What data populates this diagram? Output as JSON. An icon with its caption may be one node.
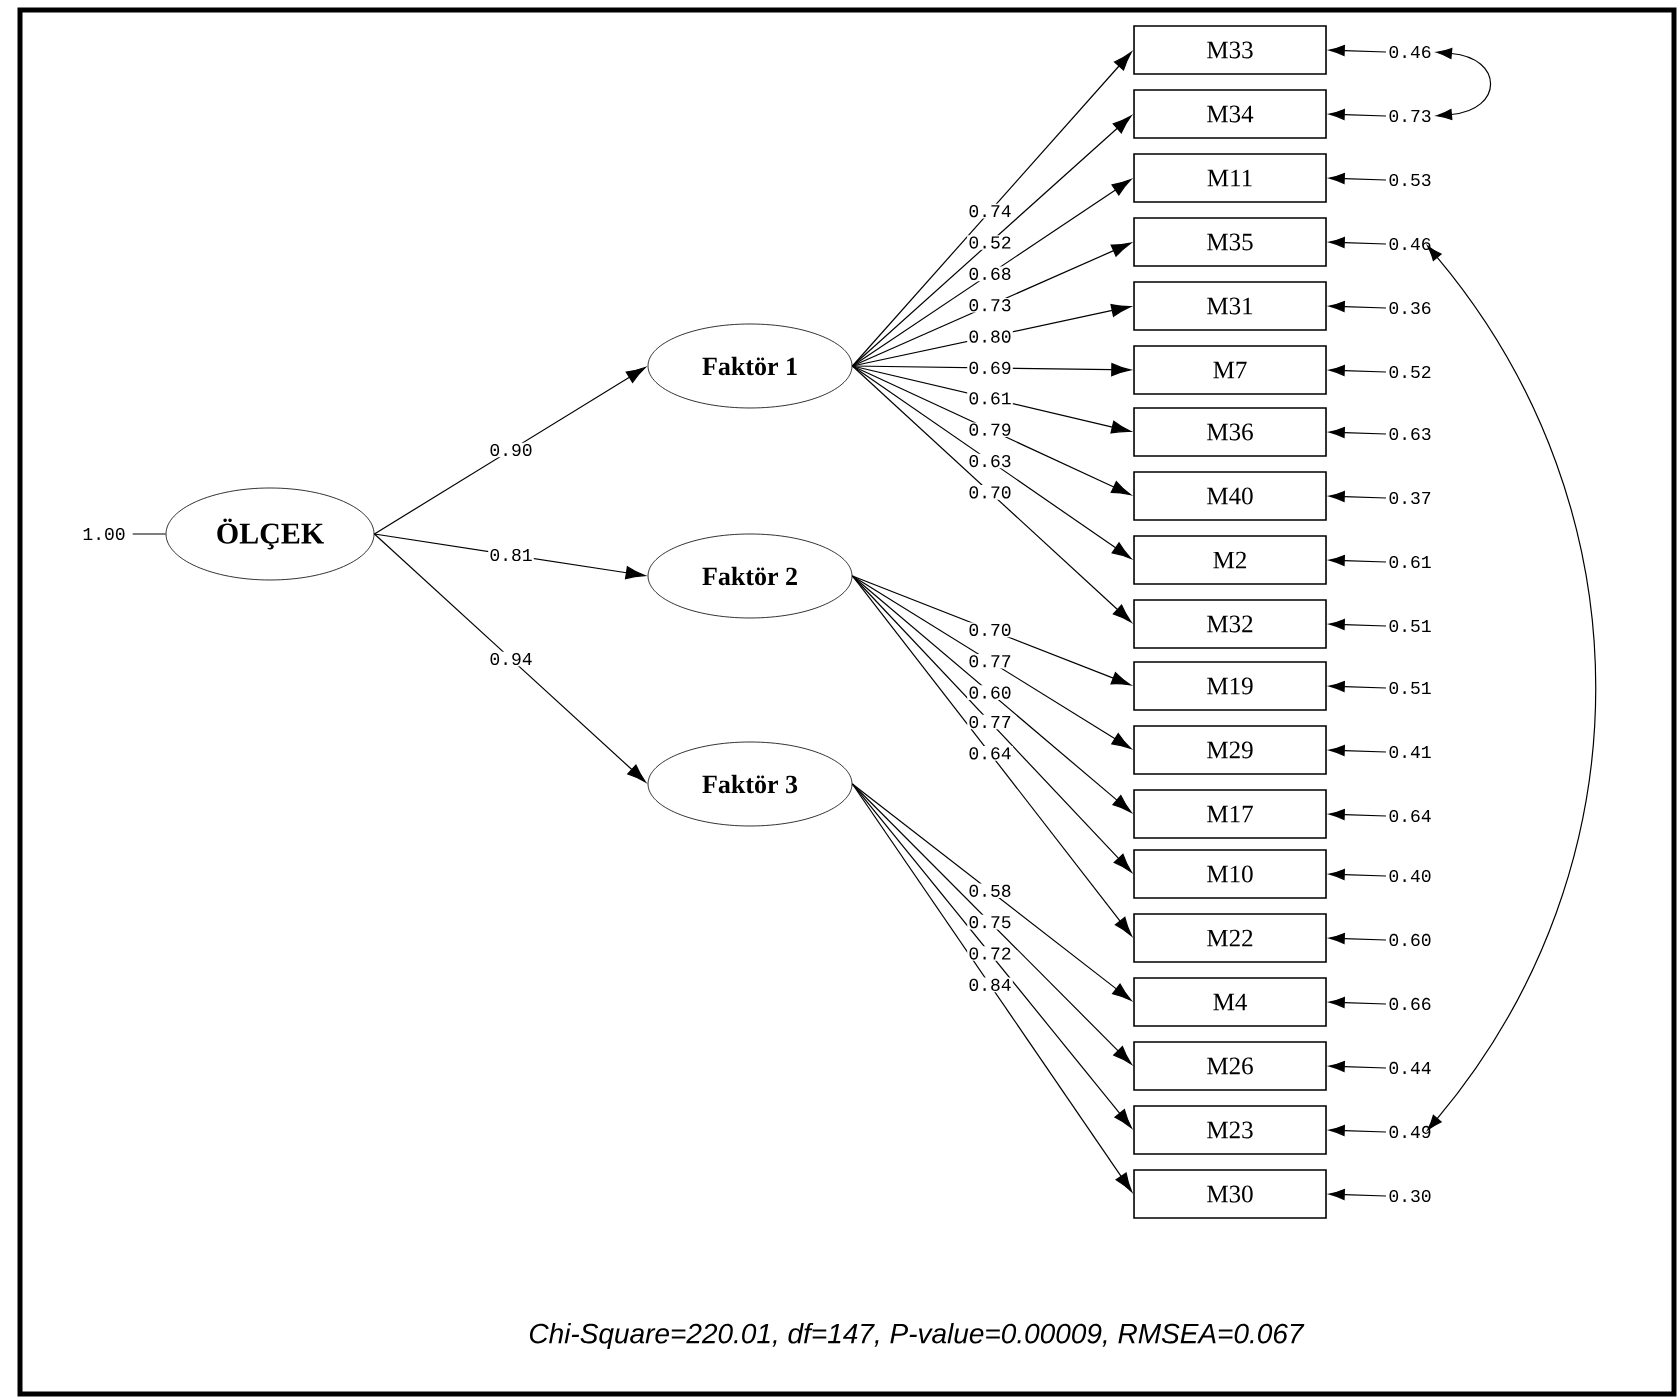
{
  "diagram": {
    "caption": "Chi-Square=220.01, df=147, P-value=0.00009, RMSEA=0.067",
    "nodes": [
      {
        "text": [
          "1.00"
        ]
      },
      {
        "text": [
          "ÖLÇEK"
        ]
      },
      {
        "text": [
          "Faktör 1"
        ]
      },
      {
        "text": [
          "Faktör 2"
        ]
      },
      {
        "text": [
          "Faktör 3"
        ]
      },
      {
        "text": [
          "M33"
        ]
      },
      {
        "text": [
          "M34"
        ]
      },
      {
        "text": [
          "M11"
        ]
      },
      {
        "text": [
          "M35"
        ]
      },
      {
        "text": [
          "M31"
        ]
      },
      {
        "text": [
          "M7"
        ]
      },
      {
        "text": [
          "M36"
        ]
      },
      {
        "text": [
          "M40"
        ]
      },
      {
        "text": [
          "M2"
        ]
      },
      {
        "text": [
          "M32"
        ]
      },
      {
        "text": [
          "M19"
        ]
      },
      {
        "text": [
          "M29"
        ]
      },
      {
        "text": [
          "M17"
        ]
      },
      {
        "text": [
          "M10"
        ]
      },
      {
        "text": [
          "M22"
        ]
      },
      {
        "text": [
          "M4"
        ]
      },
      {
        "text": [
          "M26"
        ]
      },
      {
        "text": [
          "M23"
        ]
      },
      {
        "text": [
          "M30"
        ]
      },
      {
        "text": [
          "0.46"
        ]
      },
      {
        "text": [
          "0.73"
        ]
      },
      {
        "text": [
          "0.53"
        ]
      },
      {
        "text": [
          "0.46"
        ]
      },
      {
        "text": [
          "0.36"
        ]
      },
      {
        "text": [
          "0.52"
        ]
      },
      {
        "text": [
          "0.63"
        ]
      },
      {
        "text": [
          "0.37"
        ]
      },
      {
        "text": [
          "0.61"
        ]
      },
      {
        "text": [
          "0.51"
        ]
      },
      {
        "text": [
          "0.51"
        ]
      },
      {
        "text": [
          "0.41"
        ]
      },
      {
        "text": [
          "0.64"
        ]
      },
      {
        "text": [
          "0.40"
        ]
      },
      {
        "text": [
          "0.60"
        ]
      },
      {
        "text": [
          "0.66"
        ]
      },
      {
        "text": [
          "0.44"
        ]
      },
      {
        "text": [
          "0.49"
        ]
      },
      {
        "text": [
          "0.30"
        ]
      }
    ],
    "edges": [
      {
        "from": 0,
        "to": 1,
        "arrow": "none"
      },
      {
        "from": 1,
        "to": 2,
        "arrow": "to",
        "label": "0.90"
      },
      {
        "from": 1,
        "to": 3,
        "arrow": "to",
        "label": "0.81"
      },
      {
        "from": 1,
        "to": 4,
        "arrow": "to",
        "label": "0.94"
      },
      {
        "from": 2,
        "to": 5,
        "arrow": "to",
        "label": "0.74"
      },
      {
        "from": 2,
        "to": 6,
        "arrow": "to",
        "label": "0.52"
      },
      {
        "from": 2,
        "to": 7,
        "arrow": "to",
        "label": "0.68"
      },
      {
        "from": 2,
        "to": 8,
        "arrow": "to",
        "label": "0.73"
      },
      {
        "from": 2,
        "to": 9,
        "arrow": "to",
        "label": "0.80"
      },
      {
        "from": 2,
        "to": 10,
        "arrow": "to",
        "label": "0.69"
      },
      {
        "from": 2,
        "to": 11,
        "arrow": "to",
        "label": "0.61"
      },
      {
        "from": 2,
        "to": 12,
        "arrow": "to",
        "label": "0.79"
      },
      {
        "from": 2,
        "to": 13,
        "arrow": "to",
        "label": "0.63"
      },
      {
        "from": 2,
        "to": 14,
        "arrow": "to",
        "label": "0.70"
      },
      {
        "from": 3,
        "to": 15,
        "arrow": "to",
        "label": "0.70"
      },
      {
        "from": 3,
        "to": 16,
        "arrow": "to",
        "label": "0.77"
      },
      {
        "from": 3,
        "to": 17,
        "arrow": "to",
        "label": "0.60"
      },
      {
        "from": 3,
        "to": 18,
        "arrow": "to",
        "label": "0.77"
      },
      {
        "from": 3,
        "to": 19,
        "arrow": "to",
        "label": "0.64"
      },
      {
        "from": 4,
        "to": 20,
        "arrow": "to",
        "label": "0.58"
      },
      {
        "from": 4,
        "to": 21,
        "arrow": "to",
        "label": "0.75"
      },
      {
        "from": 4,
        "to": 22,
        "arrow": "to",
        "label": "0.72"
      },
      {
        "from": 4,
        "to": 23,
        "arrow": "to",
        "label": "0.84"
      },
      {
        "from": 24,
        "to": 5,
        "arrow": "to"
      },
      {
        "from": 25,
        "to": 6,
        "arrow": "to"
      },
      {
        "from": 26,
        "to": 7,
        "arrow": "to"
      },
      {
        "from": 27,
        "to": 8,
        "arrow": "to"
      },
      {
        "from": 28,
        "to": 9,
        "arrow": "to"
      },
      {
        "from": 29,
        "to": 10,
        "arrow": "to"
      },
      {
        "from": 30,
        "to": 11,
        "arrow": "to"
      },
      {
        "from": 31,
        "to": 12,
        "arrow": "to"
      },
      {
        "from": 32,
        "to": 13,
        "arrow": "to"
      },
      {
        "from": 33,
        "to": 14,
        "arrow": "to"
      },
      {
        "from": 34,
        "to": 15,
        "arrow": "to"
      },
      {
        "from": 35,
        "to": 16,
        "arrow": "to"
      },
      {
        "from": 36,
        "to": 17,
        "arrow": "to"
      },
      {
        "from": 37,
        "to": 18,
        "arrow": "to"
      },
      {
        "from": 38,
        "to": 19,
        "arrow": "to"
      },
      {
        "from": 39,
        "to": 20,
        "arrow": "to"
      },
      {
        "from": 40,
        "to": 21,
        "arrow": "to"
      },
      {
        "from": 41,
        "to": 22,
        "arrow": "to"
      },
      {
        "from": 42,
        "to": 23,
        "arrow": "to"
      },
      {
        "from": 24,
        "to": 25,
        "arrow": "both"
      },
      {
        "from": 27,
        "to": 41,
        "arrow": "both"
      }
    ]
  }
}
